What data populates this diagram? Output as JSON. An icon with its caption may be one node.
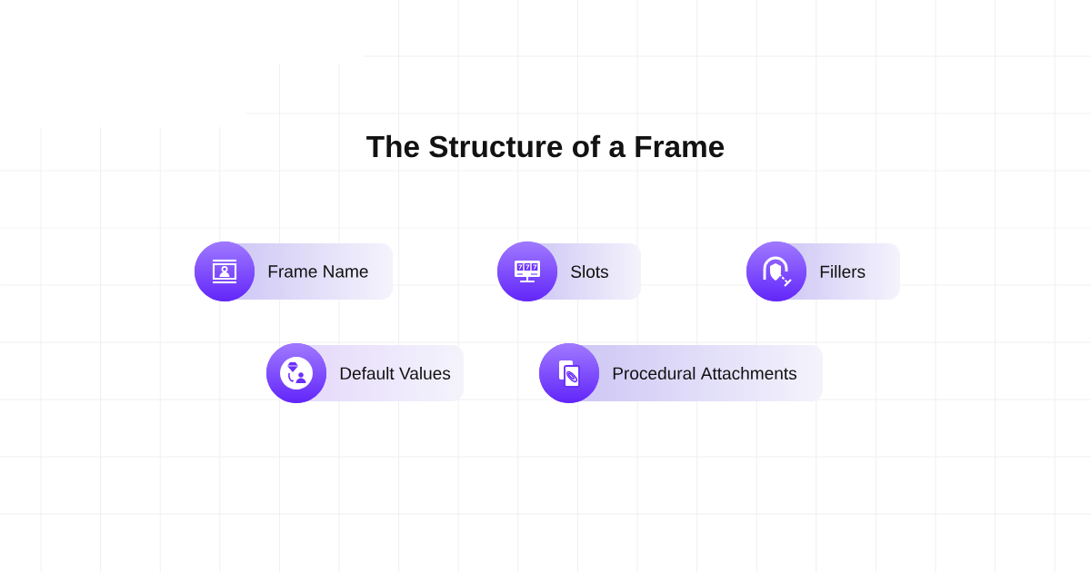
{
  "diagram": {
    "title": "The Structure of a Frame",
    "nodes": [
      {
        "text": [
          "Frame Name"
        ]
      },
      {
        "text": [
          "Slots"
        ]
      },
      {
        "text": [
          "Fillers"
        ]
      },
      {
        "text": [
          "Default Values"
        ]
      },
      {
        "text": [
          "Procedural Attachments"
        ]
      }
    ]
  }
}
